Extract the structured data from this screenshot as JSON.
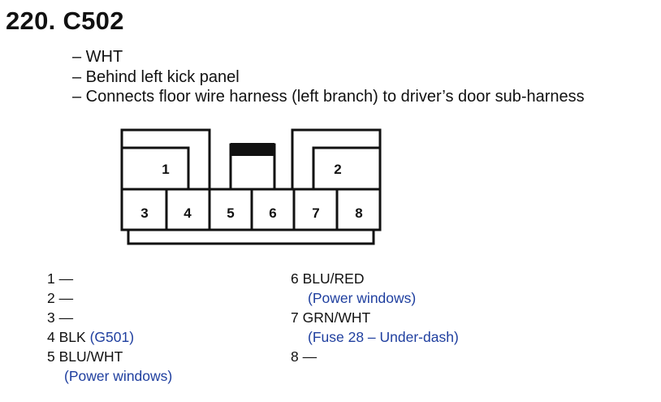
{
  "connector": {
    "title": "220. C502",
    "details": [
      "– WHT",
      "– Behind left kick panel",
      "– Connects floor wire harness (left branch) to driver’s door sub-harness"
    ]
  },
  "diagram": {
    "cavity_labels": [
      "1",
      "2",
      "3",
      "4",
      "5",
      "6",
      "7",
      "8"
    ]
  },
  "pins_left": [
    {
      "pin": "1",
      "wire": "—"
    },
    {
      "pin": "2",
      "wire": "—"
    },
    {
      "pin": "3",
      "wire": "—"
    },
    {
      "pin": "4",
      "wire": "BLK",
      "circuit": "(G501)"
    },
    {
      "pin": "5",
      "wire": "BLU/WHT",
      "circuit": "(Power windows)"
    }
  ],
  "pins_right": [
    {
      "pin": "6",
      "wire": "BLU/RED",
      "circuit": "(Power windows)"
    },
    {
      "pin": "7",
      "wire": "GRN/WHT",
      "circuit": "(Fuse 28 – Under-dash)"
    },
    {
      "pin": "8",
      "wire": "—"
    }
  ],
  "colors": {
    "text": "#111111",
    "circuit": "#1f3f9f"
  }
}
